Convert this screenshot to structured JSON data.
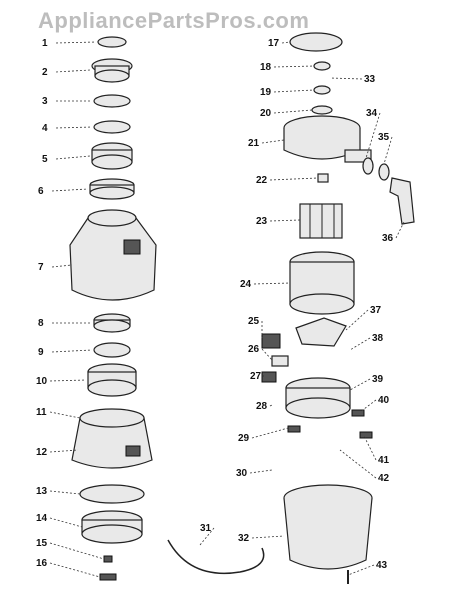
{
  "watermark": "AppliancePartsPros.com",
  "left_labels": [
    "1",
    "2",
    "3",
    "4",
    "5",
    "6",
    "7",
    "8",
    "9",
    "10",
    "11",
    "12",
    "13",
    "14",
    "15",
    "16"
  ],
  "right_labels": [
    "17",
    "18",
    "33",
    "19",
    "20",
    "34",
    "21",
    "35",
    "22",
    "23",
    "36",
    "24",
    "37",
    "25",
    "38",
    "26",
    "27",
    "39",
    "28",
    "40",
    "29",
    "41",
    "30",
    "42",
    "31",
    "32",
    "43"
  ]
}
